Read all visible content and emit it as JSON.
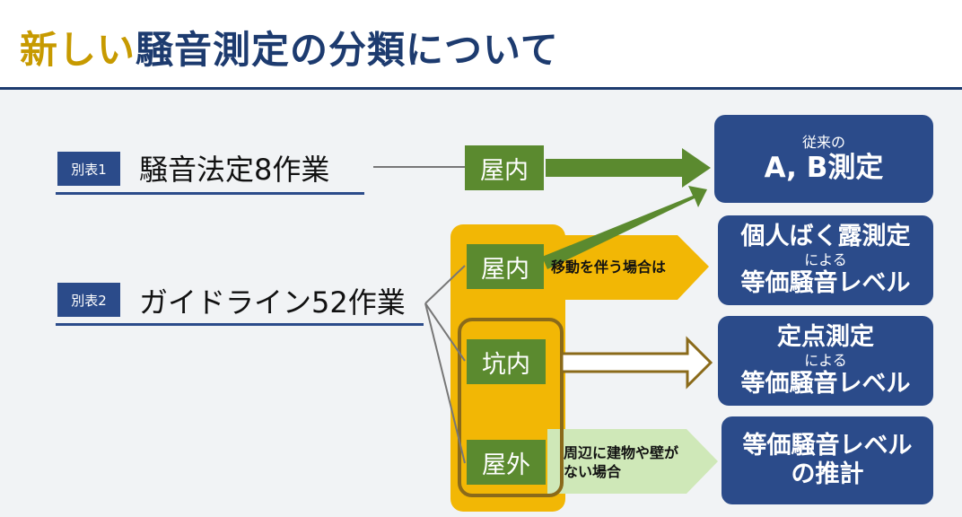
{
  "title": {
    "accent": "新しい",
    "main": "騒音測定の分類について"
  },
  "rows": [
    {
      "tag": "別表1",
      "label": "騒音法定8作業"
    },
    {
      "tag": "別表2",
      "label": "ガイドライン52作業"
    }
  ],
  "locations": {
    "indoor_1": "屋内",
    "indoor_2": "屋内",
    "tunnel": "坑内",
    "outdoor": "屋外"
  },
  "notes": {
    "moving": "移動を伴う場合は",
    "outdoor_line1": "周辺に建物や壁が",
    "outdoor_line2": "ない場合"
  },
  "results": {
    "ab": {
      "top": "従来の",
      "main": "A, B測定"
    },
    "personal": {
      "line1": "個人ばく露測定",
      "line2": "による",
      "line3": "等価騒音レベル"
    },
    "fixed": {
      "line1": "定点測定",
      "line2": "による",
      "line3": "等価騒音レベル"
    },
    "estimate": {
      "line1": "等価騒音レベル",
      "line2": "の推計"
    }
  },
  "colors": {
    "navy": "#2b4b8a",
    "green": "#5b8a2f",
    "gold": "#f2b705",
    "brown": "#8a6a1a",
    "light_green": "#cfe8b8",
    "title_accent": "#c79a00"
  }
}
